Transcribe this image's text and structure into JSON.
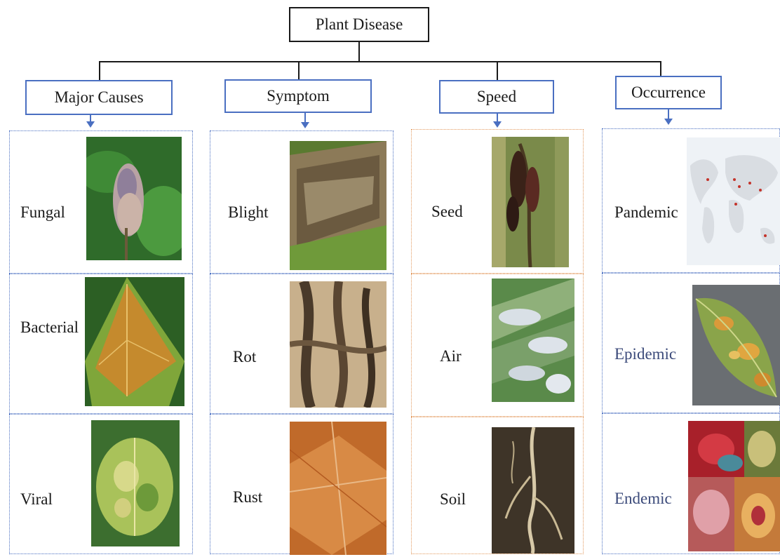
{
  "root": {
    "label": "Plant Disease"
  },
  "categories": [
    {
      "label": "Major Causes",
      "items": [
        {
          "label": "Fungal",
          "image": "fungal-infected-plant-photo"
        },
        {
          "label": "Bacterial",
          "image": "bacterial-leaf-spots-photo"
        },
        {
          "label": "Viral",
          "image": "viral-mosaic-leaf-photo"
        }
      ]
    },
    {
      "label": "Symptom",
      "items": [
        {
          "label": "Blight",
          "image": "blight-leaf-photo"
        },
        {
          "label": "Rot",
          "image": "rotting-stems-photo"
        },
        {
          "label": "Rust",
          "image": "rust-leaf-photo"
        }
      ]
    },
    {
      "label": "Speed",
      "items": [
        {
          "label": "Seed",
          "image": "infected-seed-head-photo"
        },
        {
          "label": "Air",
          "image": "airborne-mildew-leaves-photo"
        },
        {
          "label": "Soil",
          "image": "soil-roots-photo"
        }
      ]
    },
    {
      "label": "Occurrence",
      "items": [
        {
          "label": "Pandemic",
          "image": "world-map-photo"
        },
        {
          "label": "Epidemic",
          "image": "spotted-leaf-photo"
        },
        {
          "label": "Endemic",
          "image": "colorful-leaves-collage-photo"
        }
      ]
    }
  ],
  "colors": {
    "category_border": "#4a6fc1",
    "speed_cell_border": "#e39a5f",
    "connector": "#1a1a1a"
  }
}
